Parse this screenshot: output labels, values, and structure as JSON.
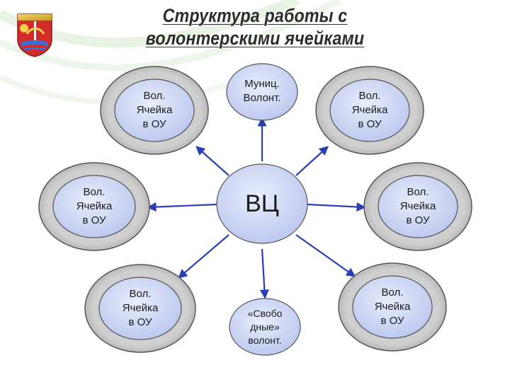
{
  "title": {
    "line1": "Структура работы с",
    "line2": "волонтерскими ячейками"
  },
  "emblem": {
    "icon": "city-coat-of-arms-icon"
  },
  "diagram": {
    "center": {
      "label": "ВЦ"
    },
    "municipal": {
      "label": "Муниц.\nВолонт."
    },
    "free": {
      "label": "«Свобо\nдные»\nволонт."
    },
    "cells": [
      {
        "id": "top-left",
        "label": "Вол.\nЯчейка\nв ОУ"
      },
      {
        "id": "top-right",
        "label": "Вол.\nЯчейка\nв ОУ"
      },
      {
        "id": "mid-left",
        "label": "Вол.\nЯчейка\nв ОУ"
      },
      {
        "id": "mid-right",
        "label": "Вол.\nЯчейка\nв ОУ"
      },
      {
        "id": "bottom-left",
        "label": "Вол.\nЯчейка\nв ОУ"
      },
      {
        "id": "bottom-right",
        "label": "Вол.\nЯчейка\nв ОУ"
      }
    ],
    "colors": {
      "inner_fill": "#c9d3f2",
      "outer_ring": "#d4d4d4",
      "arrow": "#2b3fb5"
    }
  }
}
